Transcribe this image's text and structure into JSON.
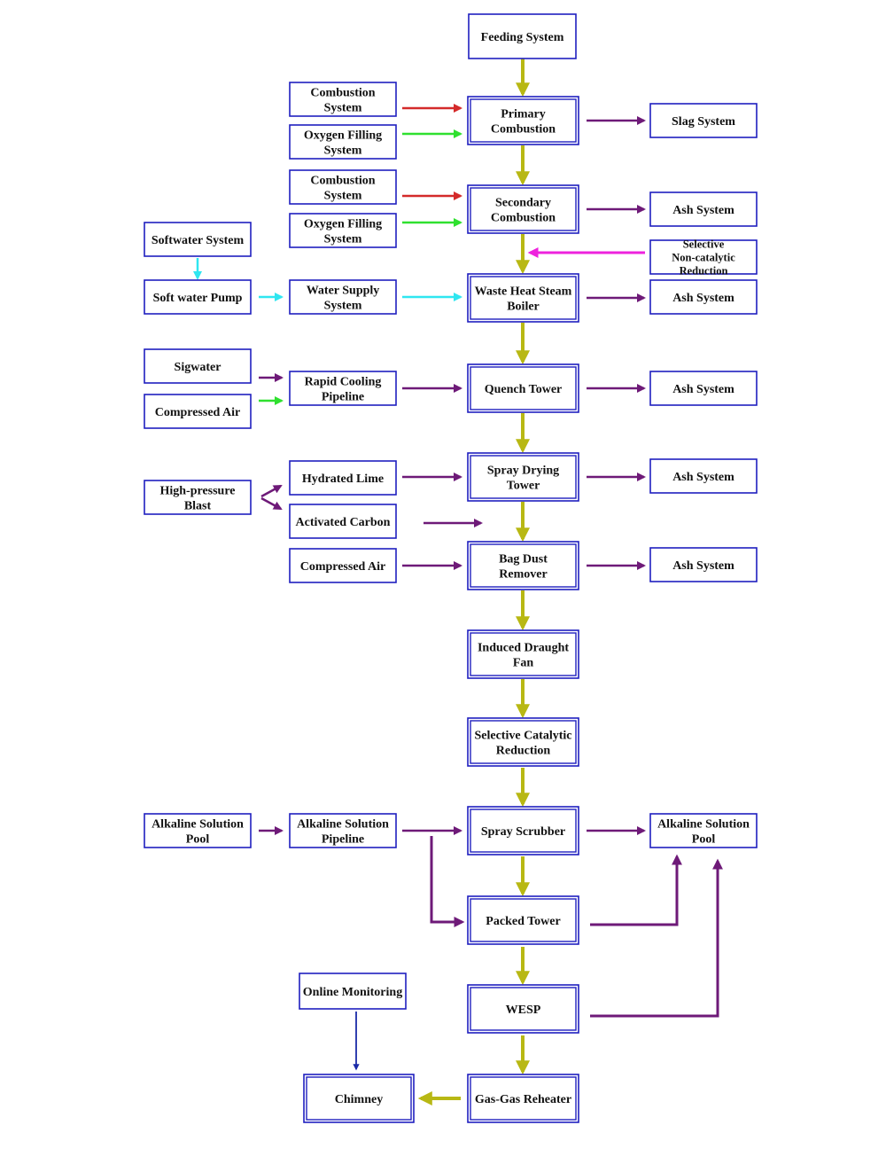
{
  "colors": {
    "box_border": "#1f1fbf",
    "main_flow": "#b8b814",
    "combustion_air": "#d42a2a",
    "oxygen": "#2fe02f",
    "water": "#2fe6f0",
    "byproduct": "#6e1a78",
    "reagent": "#6e1a78",
    "snc": "#ee22dd",
    "monitoring": "#1a2aa8"
  },
  "nodes": {
    "feeding": [
      "Feeding System"
    ],
    "comb_sys_1": [
      "Combustion",
      "System"
    ],
    "oxygen_1": [
      "Oxygen Filling",
      "System"
    ],
    "primary": [
      "Primary",
      "Combustion"
    ],
    "slag": [
      "Slag System"
    ],
    "comb_sys_2": [
      "Combustion",
      "System"
    ],
    "oxygen_2": [
      "Oxygen Filling",
      "System"
    ],
    "secondary": [
      "Secondary",
      "Combustion"
    ],
    "ash_1": [
      "Ash System"
    ],
    "sncr": [
      "Selective",
      "Non-catalytic",
      "Reduction"
    ],
    "softwater": [
      "Softwater System"
    ],
    "softpump": [
      "Soft water Pump"
    ],
    "watersupply": [
      "Water Supply",
      "System"
    ],
    "boiler": [
      "Waste Heat Steam",
      "Boiler"
    ],
    "ash_2": [
      "Ash System"
    ],
    "sigwater": [
      "Sigwater"
    ],
    "compair_1": [
      "Compressed Air"
    ],
    "rapidcool": [
      "Rapid Cooling",
      "Pipeline"
    ],
    "quench": [
      "Quench Tower"
    ],
    "ash_3": [
      "Ash System"
    ],
    "hydlime": [
      "Hydrated Lime"
    ],
    "hpblast": [
      "High-pressure",
      "Blast"
    ],
    "actcarbon": [
      "Activated Carbon"
    ],
    "spraydry": [
      "Spray Drying",
      "Tower"
    ],
    "ash_4": [
      "Ash System"
    ],
    "compair_2": [
      "Compressed Air"
    ],
    "bagdust": [
      "Bag Dust",
      "Remover"
    ],
    "ash_5": [
      "Ash System"
    ],
    "idfan": [
      "Induced Draught",
      "Fan"
    ],
    "scr": [
      "Selective Catalytic",
      "Reduction"
    ],
    "alkpool_1": [
      "Alkaline Solution",
      "Pool"
    ],
    "alkpipe": [
      "Alkaline Solution",
      "Pipeline"
    ],
    "scrubber": [
      "Spray Scrubber"
    ],
    "alkpool_2": [
      "Alkaline Solution",
      "Pool"
    ],
    "packed": [
      "Packed Tower"
    ],
    "monitoring": [
      "Online Monitoring"
    ],
    "wesp": [
      "WESP"
    ],
    "chimney": [
      "Chimney"
    ],
    "ggh": [
      "Gas-Gas Reheater"
    ]
  }
}
